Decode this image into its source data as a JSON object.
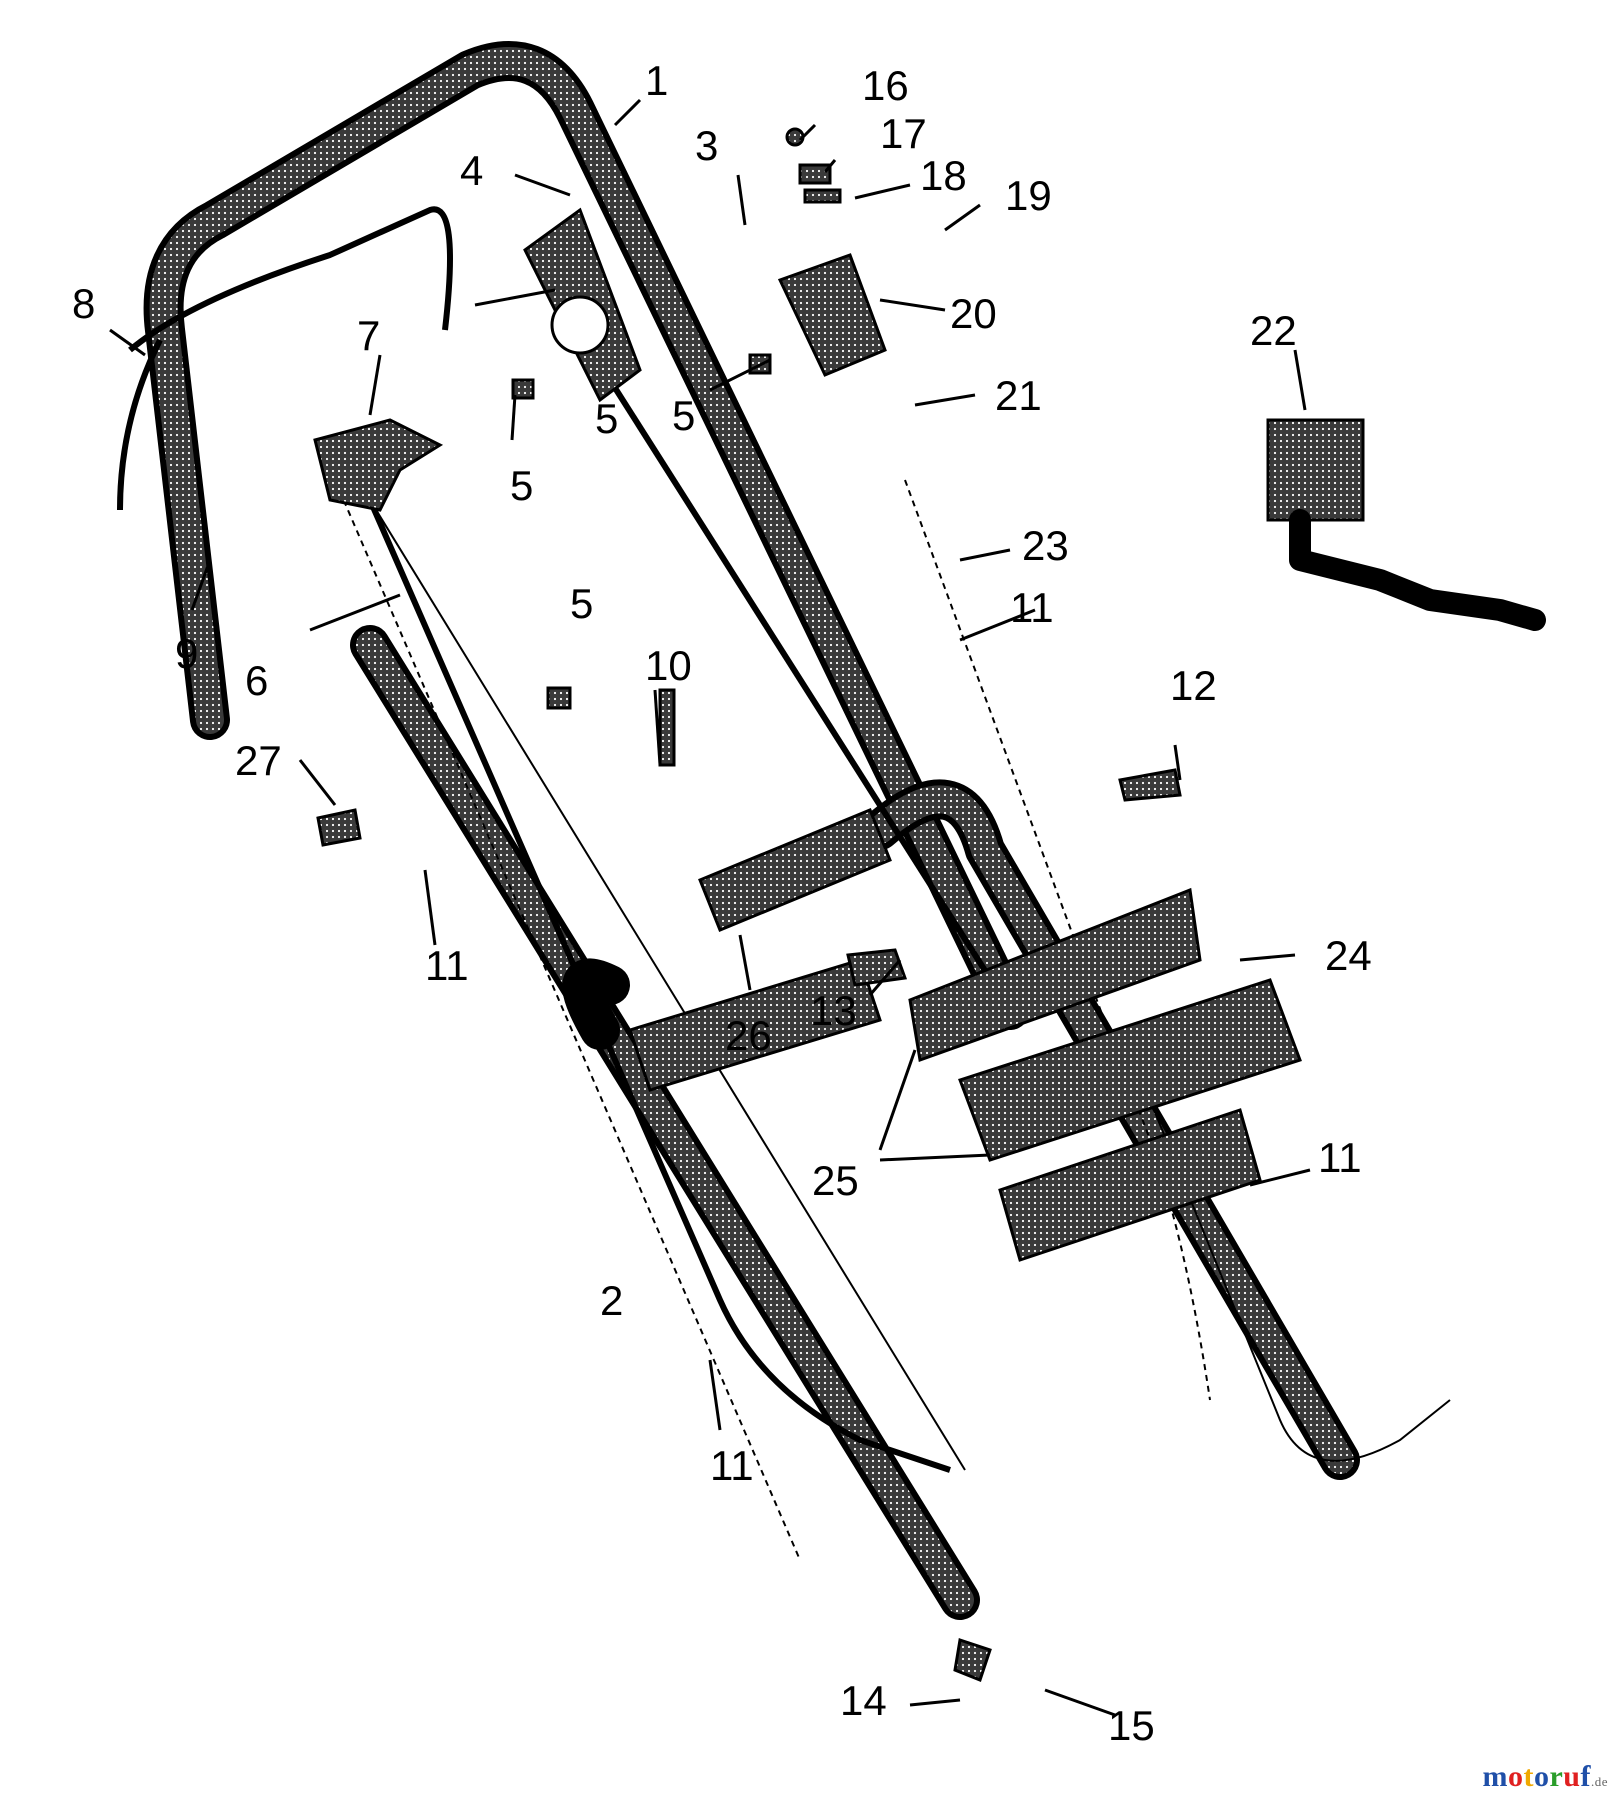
{
  "callouts": [
    "1",
    "2",
    "3",
    "4",
    "5",
    "5",
    "5",
    "5",
    "6",
    "7",
    "8",
    "9",
    "10",
    "11",
    "11",
    "11",
    "11",
    "12",
    "13",
    "14",
    "15",
    "16",
    "17",
    "18",
    "19",
    "20",
    "21",
    "22",
    "23",
    "24",
    "25",
    "26",
    "27"
  ],
  "watermark": {
    "text": "motoruf",
    "suffix": ".de",
    "letters": [
      {
        "ch": "m",
        "color": "#1f4fa8"
      },
      {
        "ch": "o",
        "color": "#e02020"
      },
      {
        "ch": "t",
        "color": "#f0a800"
      },
      {
        "ch": "o",
        "color": "#1f4fa8"
      },
      {
        "ch": "r",
        "color": "#2a9d2a"
      },
      {
        "ch": "u",
        "color": "#e02020"
      },
      {
        "ch": "f",
        "color": "#1f4fa8"
      }
    ]
  }
}
